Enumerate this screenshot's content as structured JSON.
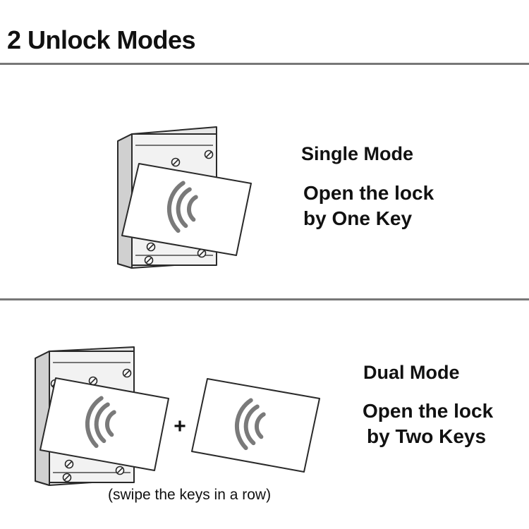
{
  "page_title": "2 Unlock Modes",
  "single_mode": {
    "title": "Single Mode",
    "desc_line1": "Open the lock",
    "desc_line2": "by One Key"
  },
  "dual_mode": {
    "title": "Dual Mode",
    "desc_line1": "Open the lock",
    "desc_line2": "by Two Keys",
    "plus": "+",
    "caption": "(swipe the keys in a row)"
  },
  "icons": [
    "lock-body-icon",
    "key-card-icon",
    "wireless-signal-icon",
    "plus-icon"
  ],
  "colors": {
    "line": "#2a2a2a",
    "signal": "#7a7a7a",
    "lock_shade": "#e6e6e6",
    "divider": "#777777"
  }
}
